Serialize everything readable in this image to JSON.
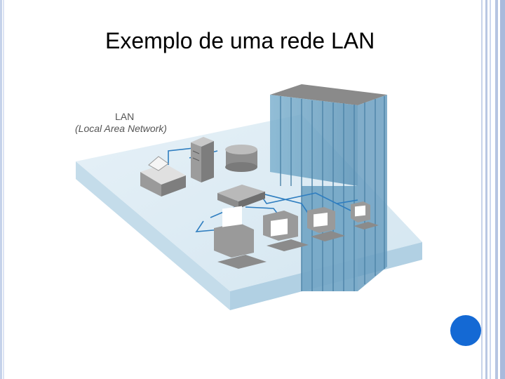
{
  "slide": {
    "title": "Exemplo de uma rede LAN"
  },
  "diagram": {
    "label_line1": "LAN",
    "label_line2": "(Local Area Network)",
    "icons": [
      "printer-icon",
      "server-icon",
      "database-icon",
      "router-icon",
      "workstation-icon",
      "building-icon"
    ]
  },
  "colors": {
    "border": "#b8c6e0",
    "platform_top": "#d6e8f2",
    "platform_side": "#bcd8e8",
    "building": "#6fa6c6",
    "cable": "#2f7ec0",
    "accent_dot": "#1469d4"
  }
}
